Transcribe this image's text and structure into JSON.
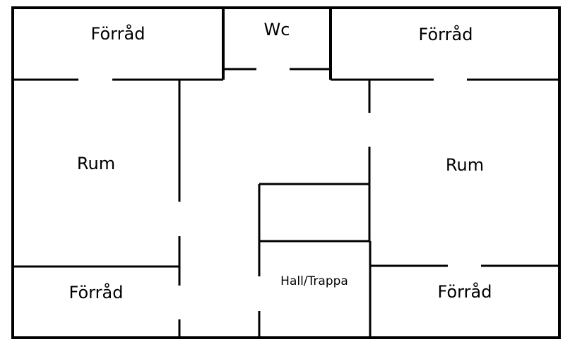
{
  "rooms": {
    "storage_top_left": "Förråd",
    "wc": "Wc",
    "storage_top_right": "Förråd",
    "room_left": "Rum",
    "room_right": "Rum",
    "storage_bottom_left": "Förråd",
    "hall": "Hall/Trappa",
    "storage_bottom_right": "Förråd"
  },
  "colors": {
    "wall": "#000000",
    "background": "#ffffff"
  }
}
